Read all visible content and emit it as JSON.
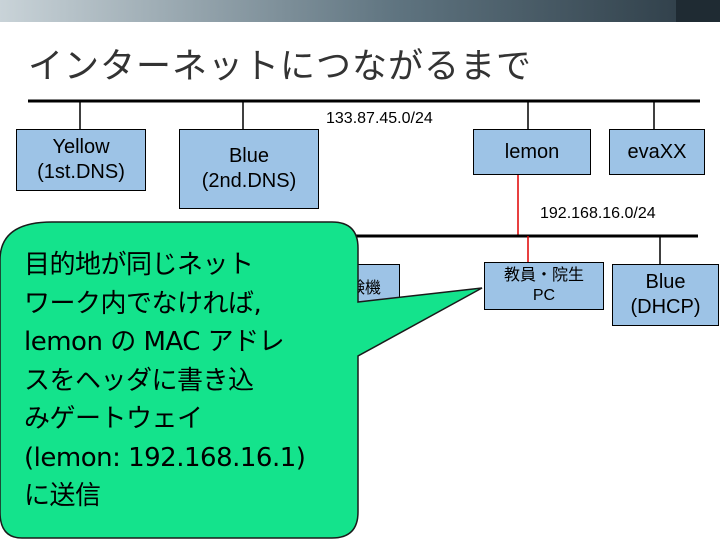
{
  "title": "インターネットにつながるまで",
  "networks": {
    "outer": "133.87.45.0/24",
    "inner": "192.168.16.0/24"
  },
  "hosts": {
    "yellow": "Yellow\n(1st.DNS)",
    "blue_dns": "Blue\n(2nd.DNS)",
    "lemon": "lemon",
    "evaxx": "evaXX",
    "lab": "実験機",
    "staff_pc": "教員・院生\nPC",
    "blue_dhcp": "Blue\n(DHCP)"
  },
  "callout": "目的地が同じネット\nワーク内でなければ,\nlemon の MAC アドレ\nスをヘッダに書き込\nみゲートウェイ\n(lemon: 192.168.16.1)\nに送信",
  "colors": {
    "box_fill": "#9dc3e6",
    "callout_fill": "#14e38c",
    "link_highlight": "#e00000",
    "title_text": "#333333"
  }
}
